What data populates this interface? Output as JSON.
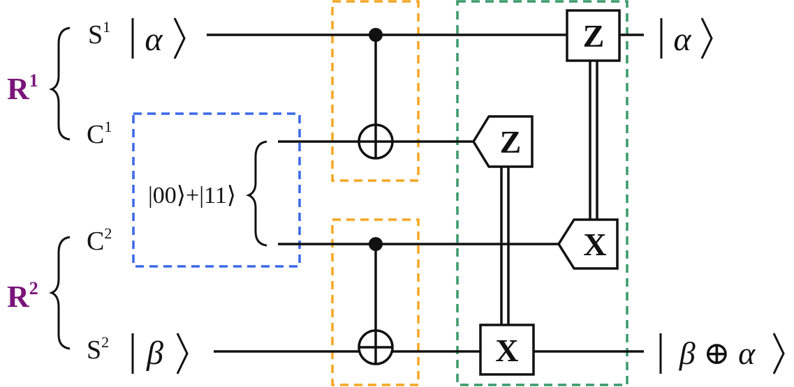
{
  "registers": {
    "r1": {
      "label": "R",
      "sup": "1"
    },
    "r2": {
      "label": "R",
      "sup": "2"
    },
    "color": "#7a147a"
  },
  "qubits": {
    "s1": {
      "label": "S",
      "sup": "1",
      "ket": "α"
    },
    "c1": {
      "label": "C",
      "sup": "1"
    },
    "c2": {
      "label": "C",
      "sup": "2"
    },
    "s2": {
      "label": "S",
      "sup": "2",
      "ket": "β"
    }
  },
  "bell_state": "|00⟩+|11⟩",
  "outputs": {
    "top": "α",
    "bottom": "β ⊕ α"
  },
  "gates": {
    "z_box": "Z",
    "z_measure": "Z",
    "x_measure": "X",
    "x_box": "X"
  },
  "colors": {
    "bell_box": "#3b68e8",
    "cnot_box": "#f5a623",
    "correction_box": "#3a9a6a",
    "line": "#111111"
  }
}
